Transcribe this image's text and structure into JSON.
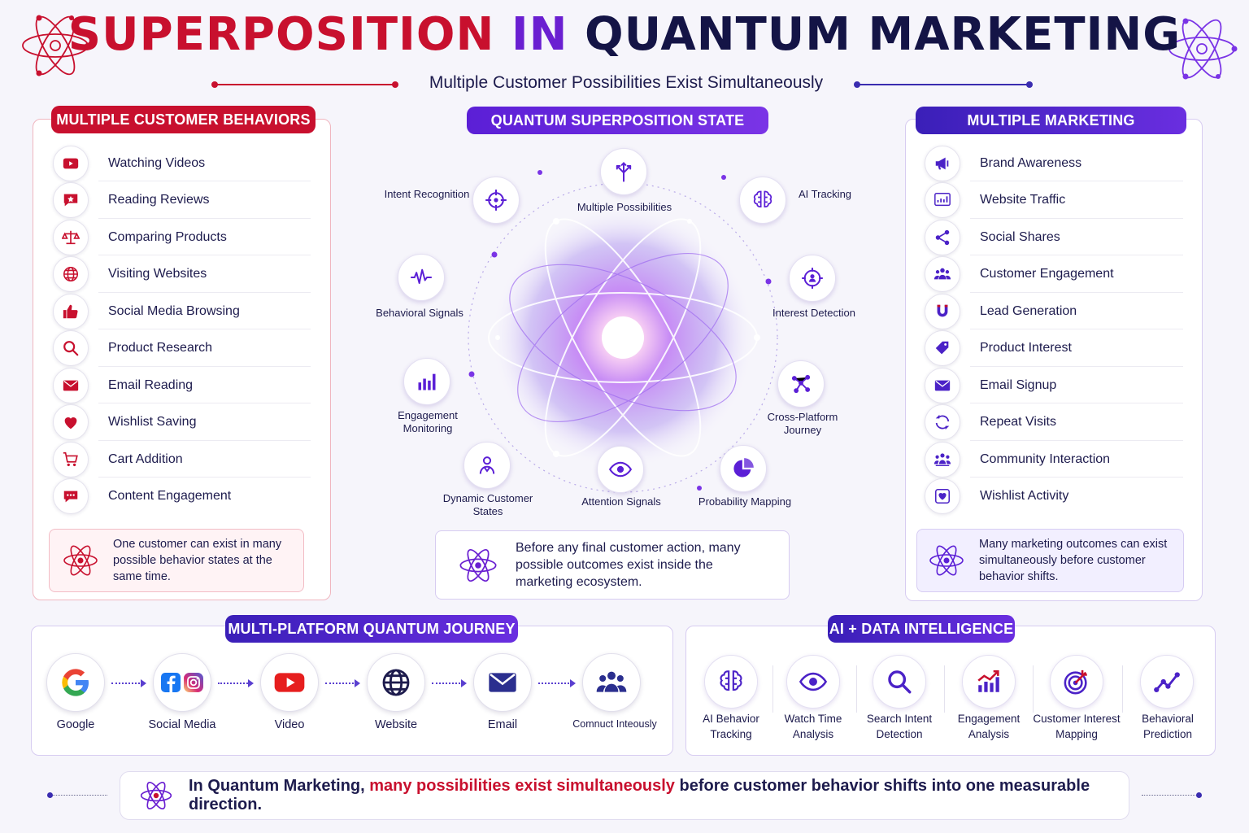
{
  "header": {
    "title_part1": "SUPERPOSITION",
    "title_part2": "IN",
    "title_part3": "QUANTUM MARKETING",
    "subtitle": "Multiple Customer Possibilities Exist Simultaneously"
  },
  "behaviors": {
    "title": "MULTIPLE CUSTOMER BEHAVIORS",
    "items": [
      {
        "label": "Watching Videos",
        "icon": "video-play-icon"
      },
      {
        "label": "Reading Reviews",
        "icon": "review-star-icon"
      },
      {
        "label": "Comparing Products",
        "icon": "scale-icon"
      },
      {
        "label": "Visiting Websites",
        "icon": "globe-icon"
      },
      {
        "label": "Social Media Browsing",
        "icon": "thumbs-up-icon"
      },
      {
        "label": "Product Research",
        "icon": "search-icon"
      },
      {
        "label": "Email Reading",
        "icon": "envelope-icon"
      },
      {
        "label": "Wishlist Saving",
        "icon": "heart-icon"
      },
      {
        "label": "Cart Addition",
        "icon": "cart-icon"
      },
      {
        "label": "Content Engagement",
        "icon": "chat-bubble-icon"
      }
    ],
    "note": "One customer can exist in many possible behavior states at the same time."
  },
  "superposition": {
    "title": "QUANTUM SUPERPOSITION STATE",
    "nodes": [
      {
        "label": "Multiple Possibilities",
        "icon": "branching-arrows-icon"
      },
      {
        "label": "AI Tracking",
        "icon": "brain-chip-icon"
      },
      {
        "label": "Interest Detection",
        "icon": "target-person-icon"
      },
      {
        "label": "Cross-Platform Journey",
        "icon": "network-nodes-icon"
      },
      {
        "label": "Probability Mapping",
        "icon": "pie-chart-icon"
      },
      {
        "label": "Attention Signals",
        "icon": "eye-icon"
      },
      {
        "label": "Dynamic Customer States",
        "icon": "person-icon"
      },
      {
        "label": "Engagement Monitoring",
        "icon": "bar-chart-icon"
      },
      {
        "label": "Behavioral Signals",
        "icon": "waveform-icon"
      },
      {
        "label": "Intent Recognition",
        "icon": "crosshair-icon"
      }
    ],
    "note": "Before any final customer action, many possible outcomes exist inside the marketing ecosystem."
  },
  "marketing": {
    "title": "MULTIPLE MARKETING POSSIBILITIES",
    "items": [
      {
        "label": "Brand Awareness",
        "icon": "megaphone-icon"
      },
      {
        "label": "Website Traffic",
        "icon": "analytics-icon"
      },
      {
        "label": "Social Shares",
        "icon": "share-icon"
      },
      {
        "label": "Customer Engagement",
        "icon": "people-group-icon"
      },
      {
        "label": "Lead Generation",
        "icon": "magnet-icon"
      },
      {
        "label": "Product Interest",
        "icon": "tag-icon"
      },
      {
        "label": "Email Signup",
        "icon": "envelope-icon"
      },
      {
        "label": "Repeat Visits",
        "icon": "refresh-icon"
      },
      {
        "label": "Community Interaction",
        "icon": "community-icon"
      },
      {
        "label": "Wishlist Activity",
        "icon": "heart-box-icon"
      }
    ],
    "note": "Many marketing outcomes can exist simultaneously before customer behavior shifts."
  },
  "journey": {
    "title": "MULTI-PLATFORM QUANTUM JOURNEY",
    "steps": [
      {
        "label": "Google",
        "icon": "google-icon"
      },
      {
        "label": "Social Media",
        "icon": "social-media-icon"
      },
      {
        "label": "Video",
        "icon": "youtube-icon"
      },
      {
        "label": "Website",
        "icon": "globe-icon"
      },
      {
        "label": "Email",
        "icon": "envelope-icon"
      },
      {
        "label": "Comnuct Inteously",
        "icon": "people-group-icon"
      }
    ]
  },
  "ai": {
    "title": "AI + DATA INTELLIGENCE",
    "items": [
      {
        "label": "AI Behavior Tracking",
        "icon": "brain-chip-icon"
      },
      {
        "label": "Watch Time Analysis",
        "icon": "eye-icon"
      },
      {
        "label": "Search Intent Detection",
        "icon": "search-icon"
      },
      {
        "label": "Engagement Analysis",
        "icon": "growth-chart-icon"
      },
      {
        "label": "Customer Interest Mapping",
        "icon": "target-icon"
      },
      {
        "label": "Behavioral Prediction",
        "icon": "trend-line-icon"
      }
    ]
  },
  "banner": {
    "part1": "In Quantum Marketing,",
    "part2": "many possibilities exist simultaneously",
    "part3": "before customer behavior shifts into one measurable direction."
  },
  "colors": {
    "red": "#c8102e",
    "purple": "#6a1fd1",
    "navy": "#141446"
  }
}
